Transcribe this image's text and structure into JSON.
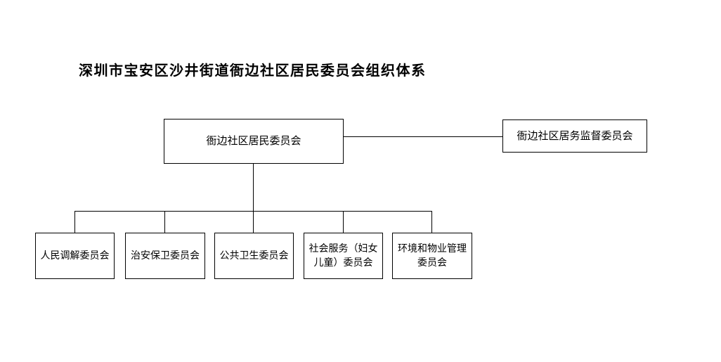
{
  "page": {
    "background_color": "#ffffff",
    "line_color": "#000000",
    "text_color": "#000000"
  },
  "title": "深圳市宝安区沙井街道衙边社区居民委员会组织体系",
  "org_chart": {
    "root": {
      "label": "衙边社区居民委员会"
    },
    "supervisor": {
      "label": "衙边社区居务监督委员会"
    },
    "subcommittees": [
      {
        "label": "人民调解委员会"
      },
      {
        "label": "治安保卫委员会"
      },
      {
        "label": "公共卫生委员会"
      },
      {
        "label": "社会服务（妇女\n儿童）委员会"
      },
      {
        "label": "环境和物业管理\n委员会"
      }
    ]
  }
}
